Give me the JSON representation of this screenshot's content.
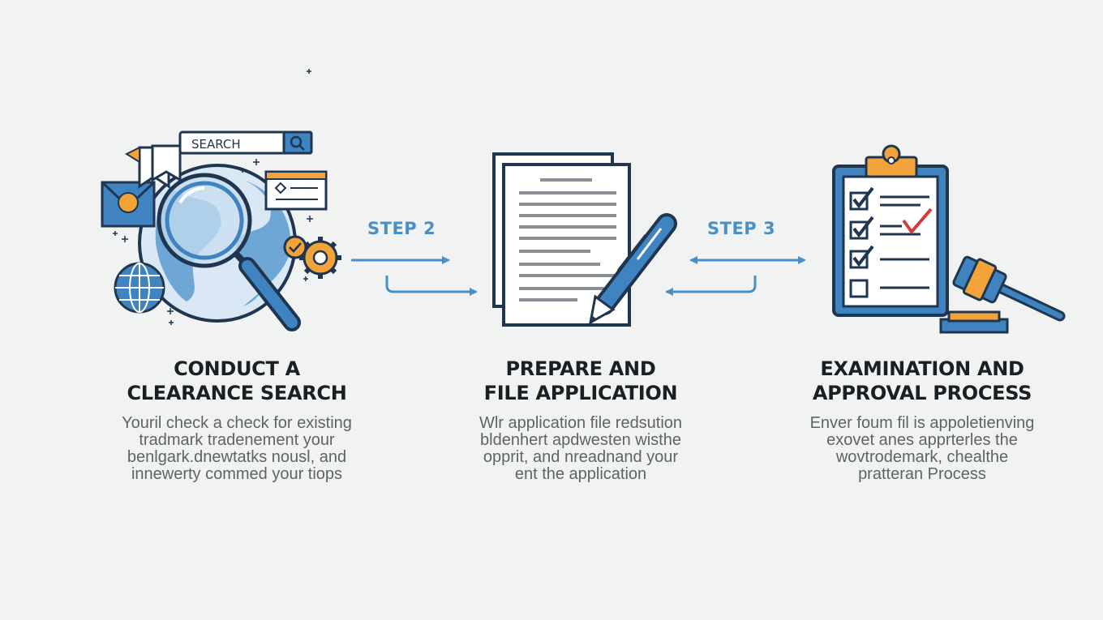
{
  "search_bar": {
    "label": "SEARCH"
  },
  "connectors": [
    {
      "label": "STEP 2"
    },
    {
      "label": "STEP 3"
    }
  ],
  "steps": [
    {
      "title_lines": [
        "CONDUCT A",
        "CLEARANCE SEARCH"
      ],
      "desc_lines": [
        "Youril check a check for existing",
        "tradmark tradenement your",
        "benlgark.dnewtatks nousl, and",
        "innewerty commed your tiops"
      ]
    },
    {
      "title_lines": [
        "PREPARE AND",
        "FILE APPLICATION"
      ],
      "desc_lines": [
        "Wlr application file redsution",
        "bldenhert apdwesten wisthe",
        "opprit, and nreadnand your",
        "ent the application"
      ]
    },
    {
      "title_lines": [
        "EXAMINATION AND",
        "APPROVAL PROCESS"
      ],
      "desc_lines": [
        "Enver foum fil is appoletienving",
        "exovet anes apprterles the",
        "wovtrodemark, chealthe",
        "pratteran Process"
      ]
    }
  ],
  "colors": {
    "accent_blue": "#3f83c0",
    "accent_orange": "#f2a33a",
    "outline": "#1f3550",
    "check_red": "#d23c3c"
  },
  "icons": [
    "search-icon",
    "globe-icon",
    "magnifier-icon",
    "envelope-icon",
    "gear-icon",
    "document-icon",
    "pen-icon",
    "clipboard-icon",
    "checkbox-icon",
    "gavel-icon"
  ]
}
